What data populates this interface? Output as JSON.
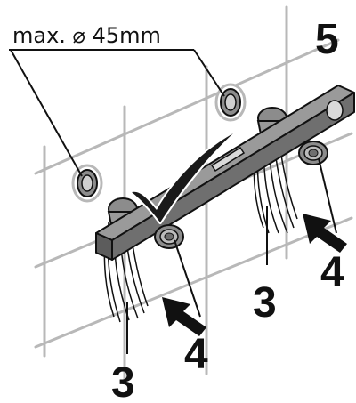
{
  "annotation": {
    "max_diameter_label": "max. ⌀ 45mm"
  },
  "callouts": {
    "step": "5",
    "brush_left": "3",
    "brush_right": "3",
    "arrow_left": "4",
    "arrow_right": "4"
  },
  "icons": {
    "checkmark": "checkmark-icon",
    "spirit_level": "spirit-level-icon",
    "push_arrow": "arrow-icon"
  },
  "colors": {
    "ink": "#111111",
    "grid": "#b8b8b8",
    "level_top": "#9a9a9a",
    "level_front": "#6f6f6f",
    "fitting": "#8c8c8c",
    "checkmark": "#1a1a1a"
  }
}
